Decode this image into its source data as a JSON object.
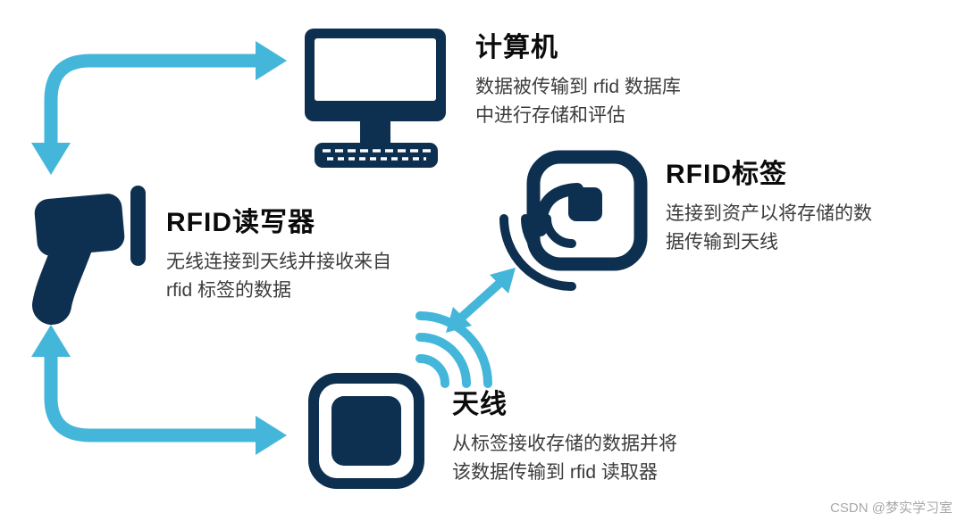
{
  "diagram": {
    "nodes": {
      "computer": {
        "title": "计算机",
        "desc": "数据被传输到 rfid 数据库\n中进行存储和评估"
      },
      "reader": {
        "title": "RFID读写器",
        "desc": "无线连接到天线并接收来自\nrfid 标签的数据"
      },
      "tag": {
        "title": "RFID标签",
        "desc": "连接到资产以将存储的数\n据传输到天线"
      },
      "antenna": {
        "title": "天线",
        "desc": "从标签接收存储的数据并将\n该数据传输到 rfid 读取器"
      }
    },
    "watermark": "CSDN @梦实学习室",
    "colors": {
      "navy": "#0e3050",
      "cyan": "#44b6da"
    },
    "icons": {
      "computer": "computer-monitor-icon",
      "reader": "rfid-reader-icon",
      "tag": "rfid-tag-icon",
      "antenna": "antenna-icon",
      "tag_waves": "wifi-waves-tag-icon",
      "antenna_waves": "wifi-waves-antenna-icon"
    }
  }
}
